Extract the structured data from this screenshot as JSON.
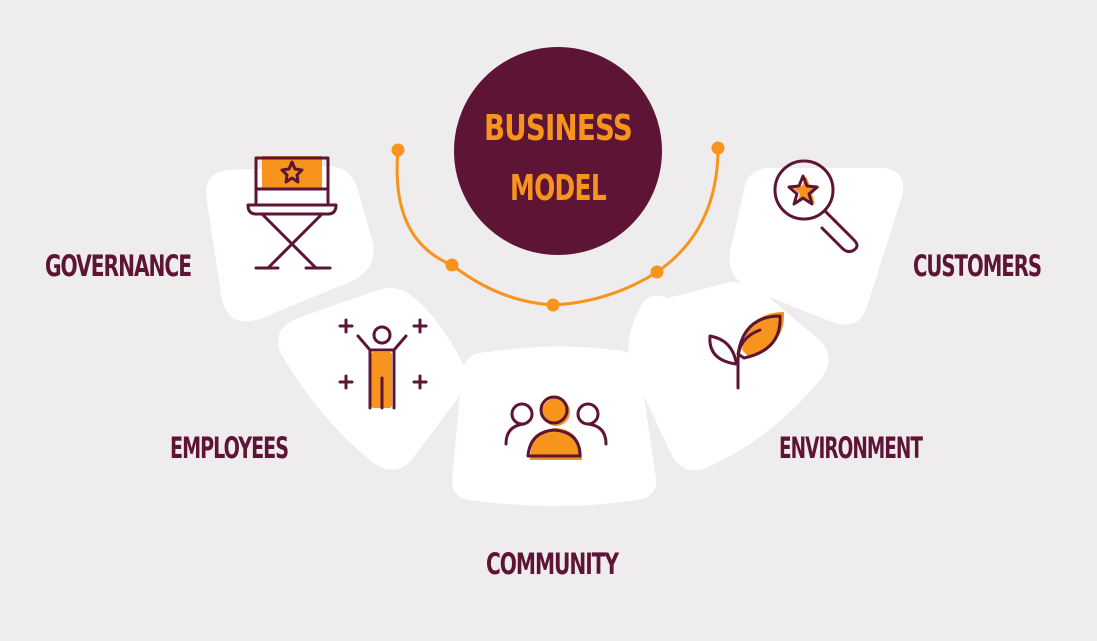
{
  "center": {
    "line1": "BUSINESS",
    "line2": "MODEL",
    "fill_color": "#5e1535",
    "text_color": "#f7941d"
  },
  "stakeholders": [
    {
      "label": "GOVERNANCE",
      "icon": "directors-chair-icon"
    },
    {
      "label": "EMPLOYEES",
      "icon": "cheering-person-icon"
    },
    {
      "label": "COMMUNITY",
      "icon": "group-of-people-icon"
    },
    {
      "label": "ENVIRONMENT",
      "icon": "leaf-sprout-icon"
    },
    {
      "label": "CUSTOMERS",
      "icon": "magnifier-star-icon"
    }
  ],
  "colors": {
    "background": "#efecee",
    "segment": "#ffffff",
    "primary": "#5e1535",
    "accent": "#f7941d"
  }
}
